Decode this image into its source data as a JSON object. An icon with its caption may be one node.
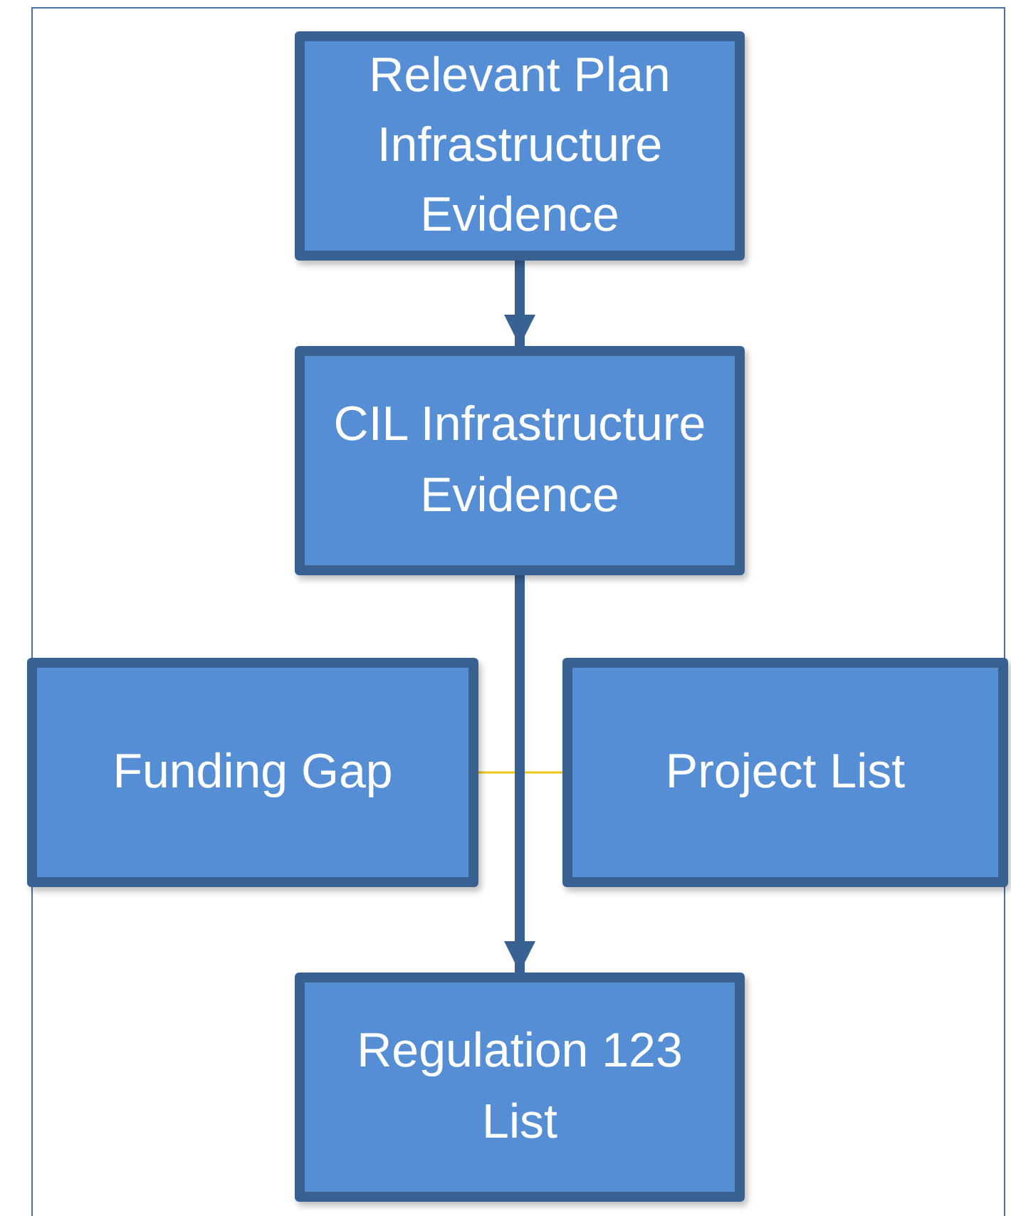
{
  "diagram": {
    "nodes": [
      {
        "text": [
          "Relevant Plan Infrastructure Evidence"
        ]
      },
      {
        "text": [
          "CIL Infrastructure Evidence"
        ]
      },
      {
        "text": [
          "Funding Gap"
        ]
      },
      {
        "text": [
          "Project List"
        ]
      },
      {
        "text": [
          "Regulation 123 List"
        ]
      }
    ],
    "edges": [
      {
        "from": 0,
        "to": 1,
        "arrow": "to"
      },
      {
        "from": 1,
        "to": 4,
        "arrow": "to"
      },
      {
        "from": 2,
        "to": 3,
        "arrow": "none",
        "color": "#f0c419"
      }
    ]
  }
}
